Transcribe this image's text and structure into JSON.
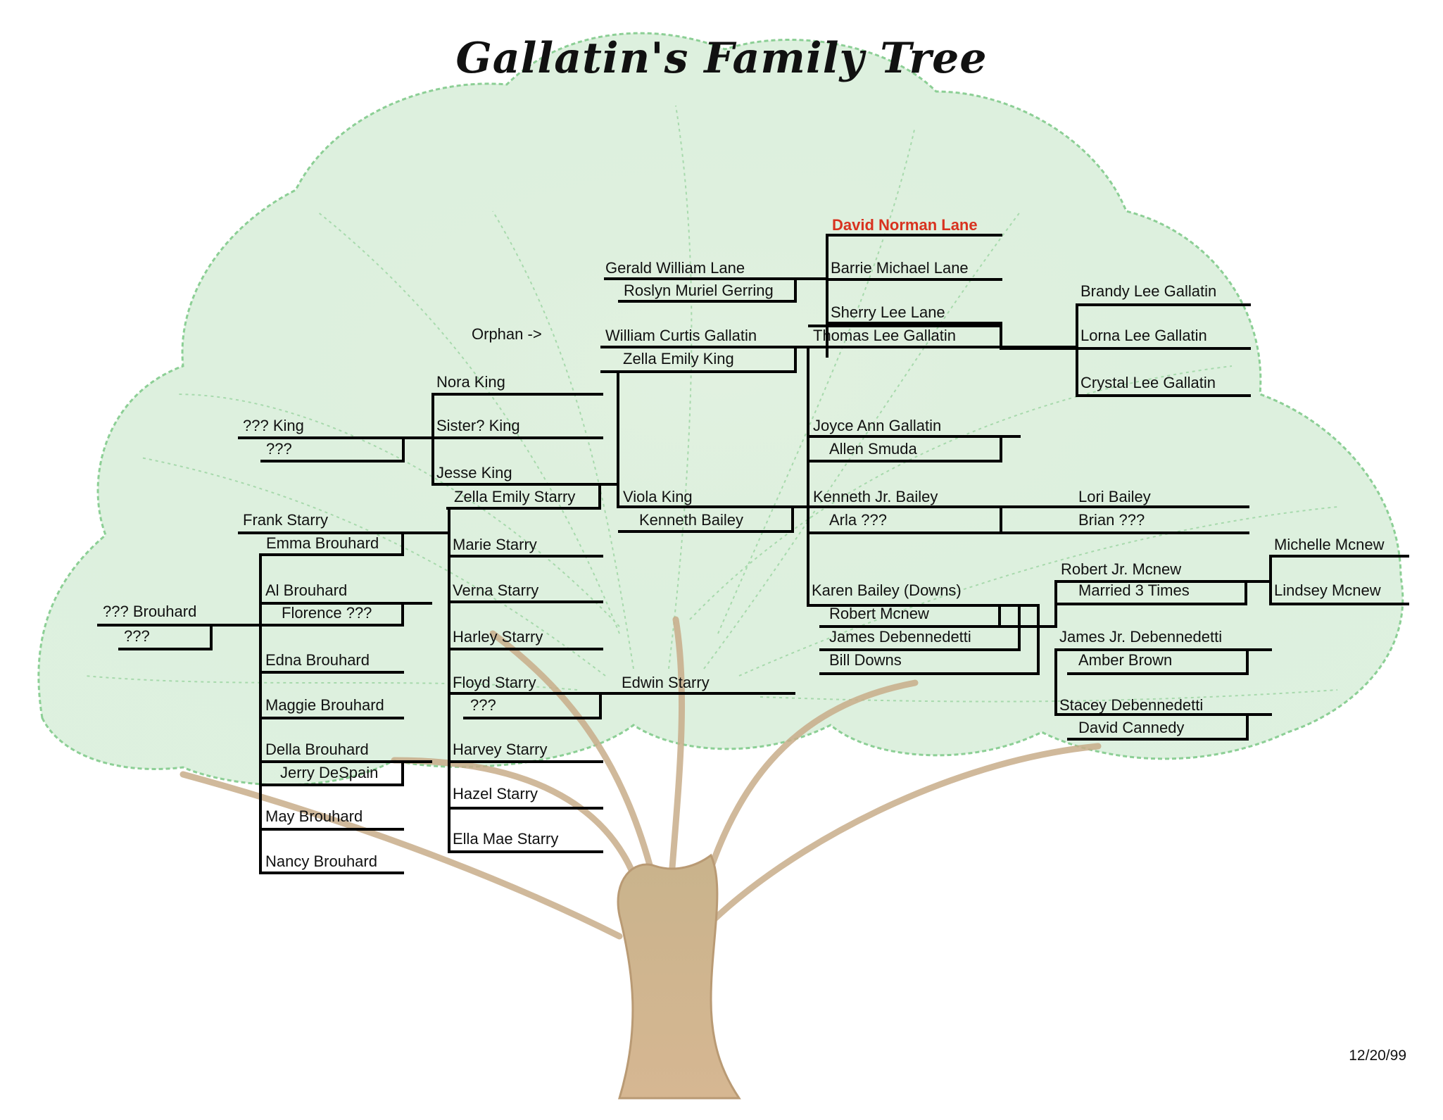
{
  "title": "Gallatin's Family Tree",
  "date": "12/20/99",
  "orphan_note": "Orphan ->",
  "colors": {
    "foliage": "#8ccf95",
    "trunk": "#cdb08a",
    "line": "#000000",
    "highlight": "#d8321f"
  },
  "people": {
    "david_norman_lane": "David Norman Lane",
    "gerald_william_lane": "Gerald William Lane",
    "barrie_michael_lane": "Barrie Michael Lane",
    "roslyn_muriel_gerring": "Roslyn Muriel Gerring",
    "sherry_lee_lane": "Sherry Lee Lane",
    "brandy_lee_gallatin": "Brandy Lee Gallatin",
    "william_curtis_gallatin": "William Curtis Gallatin",
    "thomas_lee_gallatin": "Thomas Lee Gallatin",
    "lorna_lee_gallatin": "Lorna Lee Gallatin",
    "zella_emily_king": "Zella Emily King",
    "crystal_lee_gallatin": "Crystal Lee Gallatin",
    "nora_king": "Nora King",
    "unknown_king": "??? King",
    "sister_king": "Sister? King",
    "joyce_ann_gallatin": "Joyce Ann Gallatin",
    "unknown_king_spouse": "???",
    "allen_smuda": "Allen Smuda",
    "jesse_king": "Jesse King",
    "zella_emily_starry": "Zella Emily Starry",
    "viola_king": "Viola King",
    "kenneth_jr_bailey": "Kenneth Jr. Bailey",
    "lori_bailey": "Lori Bailey",
    "frank_starry": "Frank Starry",
    "kenneth_bailey": "Kenneth Bailey",
    "arla": "Arla ???",
    "brian": "Brian ???",
    "emma_brouhard": "Emma Brouhard",
    "marie_starry": "Marie Starry",
    "michelle_mcnew": "Michelle Mcnew",
    "robert_jr_mcnew": "Robert Jr. Mcnew",
    "al_brouhard": "Al Brouhard",
    "verna_starry": "Verna Starry",
    "karen_bailey_downs": "Karen Bailey (Downs)",
    "married_3_times": "Married 3 Times",
    "lindsey_mcnew": "Lindsey Mcnew",
    "unknown_brouhard": "??? Brouhard",
    "florence": "Florence ???",
    "robert_mcnew": "Robert Mcnew",
    "unknown_brouhard_spouse": "???",
    "harley_starry": "Harley Starry",
    "james_debennedetti": "James Debennedetti",
    "james_jr_debennedetti": "James Jr. Debennedetti",
    "edna_brouhard": "Edna Brouhard",
    "bill_downs": "Bill Downs",
    "amber_brown": "Amber Brown",
    "floyd_starry": "Floyd Starry",
    "edwin_starry": "Edwin Starry",
    "maggie_brouhard": "Maggie Brouhard",
    "floyd_spouse": "???",
    "stacey_debennedetti": "Stacey Debennedetti",
    "david_cannedy": "David Cannedy",
    "della_brouhard": "Della Brouhard",
    "harvey_starry": "Harvey Starry",
    "jerry_despain": "Jerry DeSpain",
    "hazel_starry": "Hazel Starry",
    "may_brouhard": "May Brouhard",
    "ella_mae_starry": "Ella Mae Starry",
    "nancy_brouhard": "Nancy Brouhard"
  }
}
